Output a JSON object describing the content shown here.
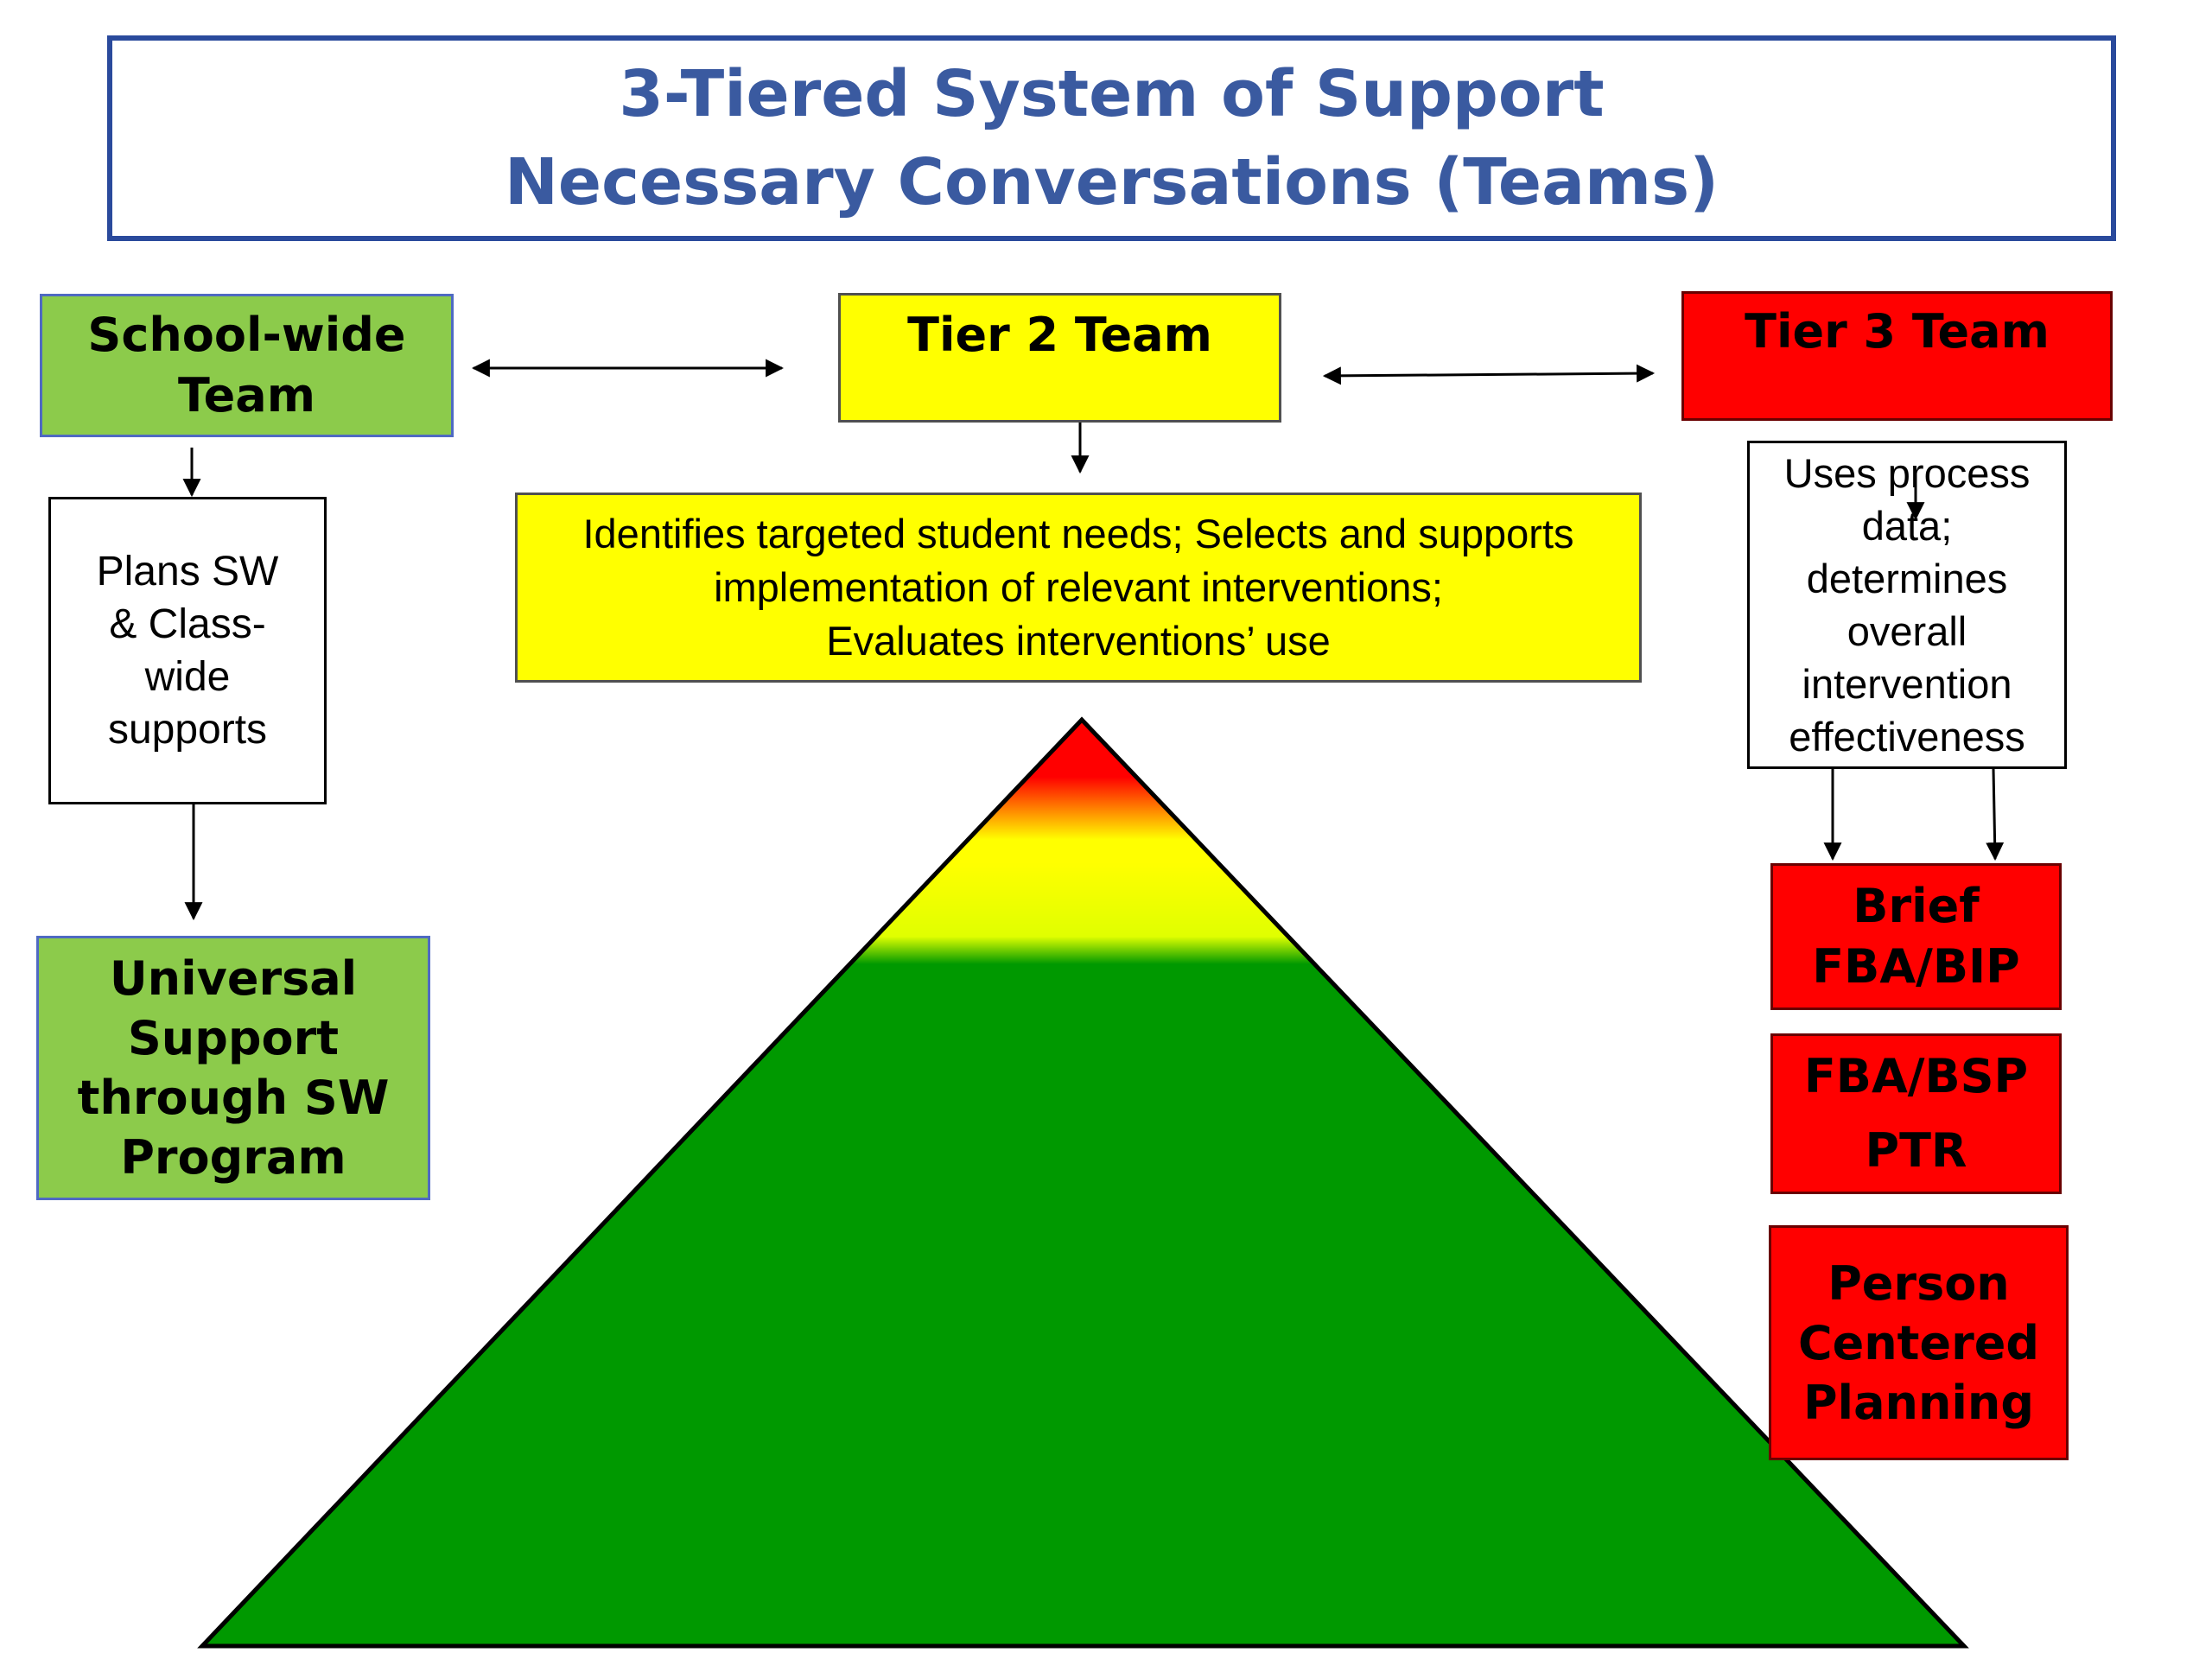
{
  "title": {
    "line1": "3-Tiered System of Support",
    "line2": "Necessary Conversations (Teams)"
  },
  "teams": {
    "schoolwide": {
      "line1": "School-wide",
      "line2": "Team"
    },
    "tier2": "Tier 2 Team",
    "tier3": "Tier 3 Team"
  },
  "descriptions": {
    "schoolwide": [
      "Plans SW",
      "& Class-",
      "wide",
      "supports"
    ],
    "tier2": [
      "Identifies targeted student needs; Selects and supports",
      "implementation of relevant interventions;",
      "Evaluates interventions’ use"
    ],
    "tier3": [
      "Uses process",
      "data;",
      "determines",
      "overall",
      "intervention",
      "effectiveness"
    ]
  },
  "universal": [
    "Universal",
    "Support",
    "through SW",
    "Program"
  ],
  "tier3_supports": {
    "brief": [
      "Brief",
      "FBA/BIP"
    ],
    "fba_bsp": [
      "FBA/BSP",
      "PTR"
    ],
    "pcp": [
      "Person",
      "Centered",
      "Planning"
    ]
  },
  "colors": {
    "title_text": "#3a5aa0",
    "title_border": "#2a4a9c",
    "green_box": "#8ccb4b",
    "yellow_box": "#ffff00",
    "red_box": "#ff0000",
    "pyramid_green": "#009900",
    "pyramid_yellow": "#ffff00",
    "pyramid_red": "#ff0000"
  }
}
